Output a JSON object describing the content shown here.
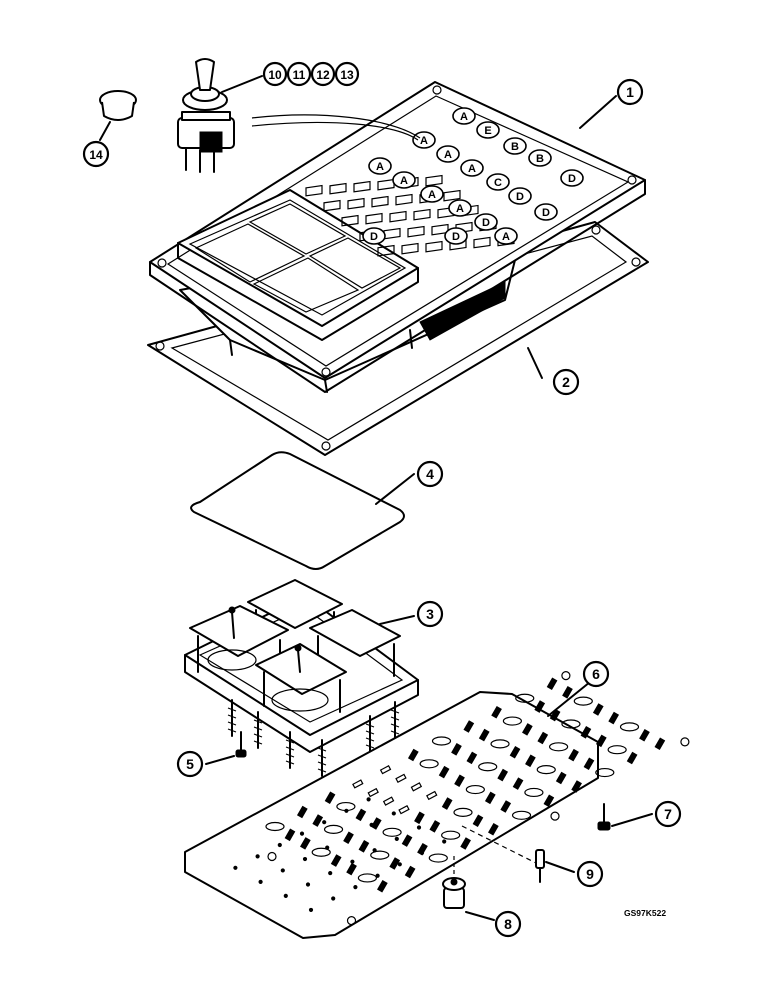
{
  "callouts": [
    {
      "id": "1"
    },
    {
      "id": "2"
    },
    {
      "id": "3"
    },
    {
      "id": "4"
    },
    {
      "id": "5"
    },
    {
      "id": "6"
    },
    {
      "id": "7"
    },
    {
      "id": "8"
    },
    {
      "id": "9"
    },
    {
      "id": "10"
    },
    {
      "id": "11"
    },
    {
      "id": "12"
    },
    {
      "id": "13"
    },
    {
      "id": "14"
    }
  ],
  "switch_labels": [
    "A",
    "E",
    "B",
    "B",
    "A",
    "A",
    "A",
    "A",
    "C",
    "D",
    "D",
    "A",
    "A",
    "A",
    "D",
    "D",
    "D",
    "D",
    "A"
  ],
  "drawing_code": "GS97K522"
}
